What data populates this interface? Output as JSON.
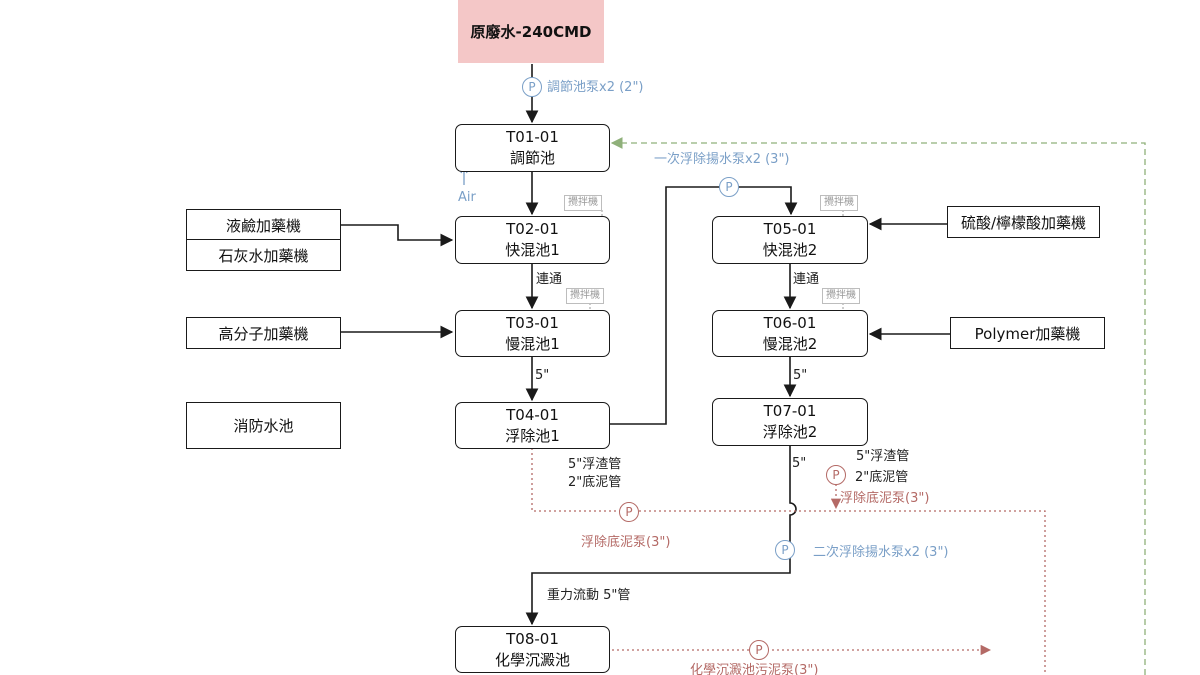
{
  "source": {
    "label": "原廢水-240CMD"
  },
  "tanks": {
    "t01": {
      "id": "T01-01",
      "name": "調節池"
    },
    "t02": {
      "id": "T02-01",
      "name": "快混池1"
    },
    "t03": {
      "id": "T03-01",
      "name": "慢混池1"
    },
    "t04": {
      "id": "T04-01",
      "name": "浮除池1"
    },
    "t05": {
      "id": "T05-01",
      "name": "快混池2"
    },
    "t06": {
      "id": "T06-01",
      "name": "慢混池2"
    },
    "t07": {
      "id": "T07-01",
      "name": "浮除池2"
    },
    "t08": {
      "id": "T08-01",
      "name": "化學沉澱池"
    }
  },
  "equipment": {
    "caustic_dosing": "液鹼加藥機",
    "lime_dosing": "石灰水加藥機",
    "polymer_dosing_1": "高分子加藥機",
    "fire_water_tank": "消防水池",
    "acid_dosing": "硫酸/檸檬酸加藥機",
    "polymer_dosing_2": "Polymer加藥機"
  },
  "mixer_label": "攪拌機",
  "pump_symbol": "P",
  "labels": {
    "eq_pump": "調節池泵x2 (2\")",
    "first_dissolve_pump": "一次浮除揚水泵x2 (3\")",
    "second_dissolve_pump": "二次浮除揚水泵x2 (3\")",
    "air": "Air",
    "connect_1": "連通",
    "connect_2": "連通",
    "pipe_5in_1": "5\"",
    "pipe_5in_2": "5\"",
    "pipe_5in_3": "5\"",
    "scum_pipe_1": "5\"浮渣管",
    "sludge_pipe_1": "2\"底泥管",
    "scum_pipe_2": "5\"浮渣管",
    "sludge_pipe_2": "2\"底泥管",
    "sludge_pump_1": "浮除底泥泵(3\")",
    "sludge_pump_2": "浮除底泥泵(3\")",
    "gravity_flow": "重力流動 5\"管",
    "chem_sludge_pump": "化學沉澱池污泥泵(3\")"
  },
  "colors": {
    "line": "#1a1a1a",
    "blue_accent": "#7a9fc7",
    "red_accent": "#b46a66",
    "green_return": "#8fb07a",
    "source_fill": "#f4c7c7"
  }
}
